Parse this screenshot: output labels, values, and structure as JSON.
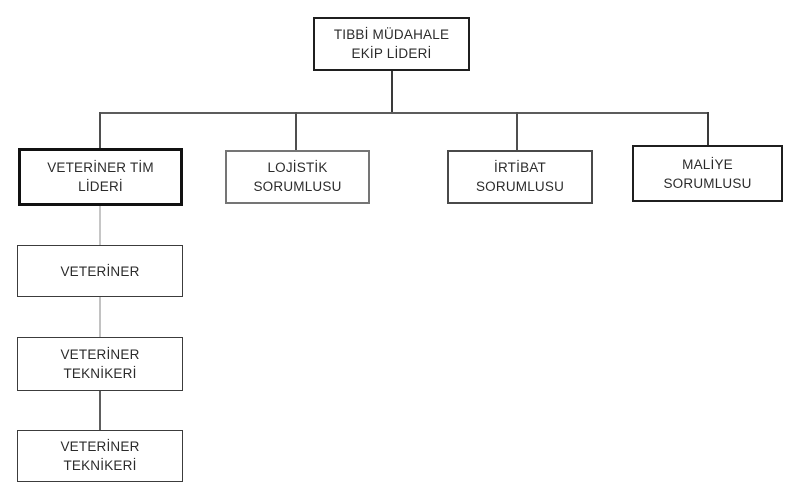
{
  "diagram": {
    "type": "org-chart",
    "background_color": "#ffffff",
    "box_fill_color": "#ffffff",
    "box_border_color": "#1f1f1f",
    "connector_color": "#5c5c5c",
    "light_connector_color": "#c6c6c6",
    "root": {
      "label": "TIBBİ MÜDAHALE EKİP LİDERİ",
      "line1": "TIBBİ MÜDAHALE",
      "line2": "EKİP LİDERİ"
    },
    "level2": [
      {
        "label": "VETERİNER TİM LİDERİ",
        "line1": "VETERİNER TİM",
        "line2": "LİDERİ"
      },
      {
        "label": "LOJİSTİK SORUMLUSU",
        "line1": "LOJİSTİK",
        "line2": "SORUMLUSU"
      },
      {
        "label": "İRTİBAT SORUMLUSU",
        "line1": "İRTİBAT",
        "line2": "SORUMLUSU"
      },
      {
        "label": "MALİYE SORUMLUSU",
        "line1": "MALİYE",
        "line2": "SORUMLUSU"
      }
    ],
    "veteriner_chain": [
      {
        "label": "VETERİNER",
        "line1": "VETERİNER",
        "line2": ""
      },
      {
        "label": "VETERİNER TEKNİKERİ",
        "line1": "VETERİNER",
        "line2": "TEKNİKERİ"
      },
      {
        "label": "VETERİNER TEKNİKERİ",
        "line1": "VETERİNER",
        "line2": "TEKNİKERİ"
      }
    ]
  }
}
